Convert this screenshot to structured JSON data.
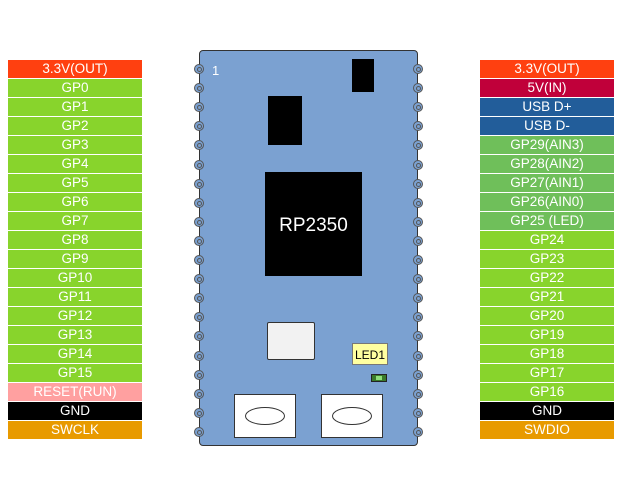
{
  "left_pins": [
    {
      "label": "3.3V(OUT)",
      "color": "#ff4010"
    },
    {
      "label": "GP0",
      "color": "#88d42c"
    },
    {
      "label": "GP1",
      "color": "#88d42c"
    },
    {
      "label": "GP2",
      "color": "#88d42c"
    },
    {
      "label": "GP3",
      "color": "#88d42c"
    },
    {
      "label": "GP4",
      "color": "#88d42c"
    },
    {
      "label": "GP5",
      "color": "#88d42c"
    },
    {
      "label": "GP6",
      "color": "#88d42c"
    },
    {
      "label": "GP7",
      "color": "#88d42c"
    },
    {
      "label": "GP8",
      "color": "#88d42c"
    },
    {
      "label": "GP9",
      "color": "#88d42c"
    },
    {
      "label": "GP10",
      "color": "#88d42c"
    },
    {
      "label": "GP11",
      "color": "#88d42c"
    },
    {
      "label": "GP12",
      "color": "#88d42c"
    },
    {
      "label": "GP13",
      "color": "#88d42c"
    },
    {
      "label": "GP14",
      "color": "#88d42c"
    },
    {
      "label": "GP15",
      "color": "#88d42c"
    },
    {
      "label": "RESET(RUN)",
      "color": "#ffa0a0"
    },
    {
      "label": "GND",
      "color": "#000000"
    },
    {
      "label": "SWCLK",
      "color": "#e89a00"
    }
  ],
  "right_pins": [
    {
      "label": "3.3V(OUT)",
      "color": "#ff4010"
    },
    {
      "label": "5V(IN)",
      "color": "#c0003a"
    },
    {
      "label": "USB  D+",
      "color": "#225d9a"
    },
    {
      "label": "USB  D-",
      "color": "#225d9a"
    },
    {
      "label": "GP29(AIN3)",
      "color": "#6fbf5a"
    },
    {
      "label": "GP28(AIN2)",
      "color": "#6fbf5a"
    },
    {
      "label": "GP27(AIN1)",
      "color": "#6fbf5a"
    },
    {
      "label": "GP26(AIN0)",
      "color": "#6fbf5a"
    },
    {
      "label": "GP25 (LED)",
      "color": "#6fbf5a"
    },
    {
      "label": "GP24",
      "color": "#88d42c"
    },
    {
      "label": "GP23",
      "color": "#88d42c"
    },
    {
      "label": "GP22",
      "color": "#88d42c"
    },
    {
      "label": "GP21",
      "color": "#88d42c"
    },
    {
      "label": "GP20",
      "color": "#88d42c"
    },
    {
      "label": "GP19",
      "color": "#88d42c"
    },
    {
      "label": "GP18",
      "color": "#88d42c"
    },
    {
      "label": "GP17",
      "color": "#88d42c"
    },
    {
      "label": "GP16",
      "color": "#88d42c"
    },
    {
      "label": "GND",
      "color": "#000000"
    },
    {
      "label": "SWDIO",
      "color": "#e89a00"
    }
  ],
  "board": {
    "pin1_marker": "1",
    "chip_label": "RP2350",
    "led_label": "LED1",
    "board_color": "#7ba1d1"
  }
}
